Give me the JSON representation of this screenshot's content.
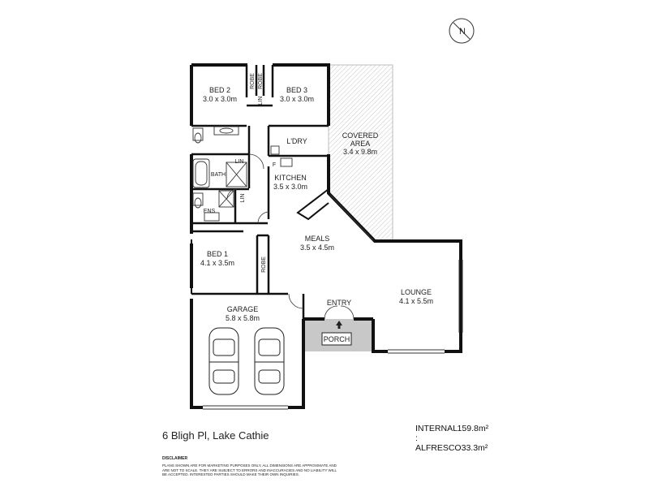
{
  "rooms": {
    "bed2": {
      "name": "BED 2",
      "size": "3.0 x 3.0m"
    },
    "bed3": {
      "name": "BED 3",
      "size": "3.0 x 3.0m"
    },
    "covered": {
      "name_line1": "COVERED",
      "name_line2": "AREA",
      "size": "3.4 x 9.8m"
    },
    "laundry": {
      "name": "L'DRY"
    },
    "kitchen": {
      "name": "KITCHEN",
      "size": "3.5 x 3.0m"
    },
    "bath": {
      "name": "BATH"
    },
    "ens": {
      "name": "ENS"
    },
    "meals": {
      "name": "MEALS",
      "size": "3.5 x 4.5m"
    },
    "bed1": {
      "name": "BED 1",
      "size": "4.1 x 3.5m"
    },
    "lounge": {
      "name": "LOUNGE",
      "size": "4.1 x 5.5m"
    },
    "garage": {
      "name": "GARAGE",
      "size": "5.8 x 5.8m"
    },
    "entry": {
      "name": "ENTRY"
    },
    "porch": {
      "name": "PORCH"
    }
  },
  "labels": {
    "robe": "ROBE",
    "lin": "LIN",
    "fridge": "F"
  },
  "compass": {
    "letter": "N"
  },
  "footer": {
    "address": "6 Bligh Pl, Lake Cathie",
    "internal_label": "INTERNAL :",
    "internal_value": "159.8m²",
    "alfresco_label": "ALFRESCO",
    "alfresco_value": "33.3m²",
    "disclaimer_title": "DISCLAIMER",
    "disclaimer_text": "PLANS SHOWN ARE FOR MARKETING PURPOSES ONLY, ALL DIMENSIONS ARE APPROXIMATE AND ARE NOT TO SCALE. THEY ARE SUBJECT TO ERRORS AND INACCURACIES AND NO LIABILITY WILL BE ACCEPTED. INTERESTED PARTIES SHOULD MAKE THEIR OWN INQUIRIES."
  }
}
